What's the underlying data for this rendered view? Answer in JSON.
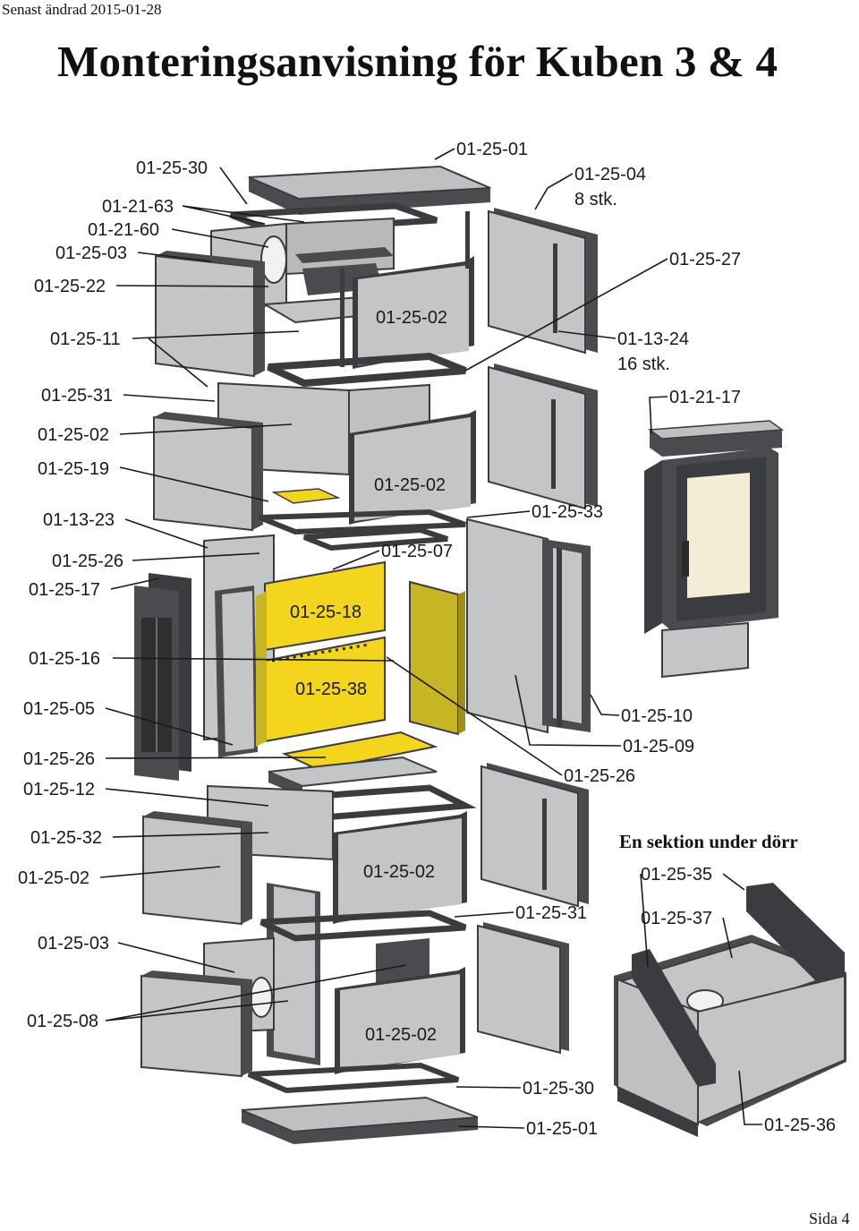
{
  "header": {
    "modified": "Senast ändrad 2015-01-28",
    "title": "Monteringsanvisning för Kuben 3 & 4",
    "page": "Sida 4"
  },
  "section_caption": "En sektion under dörr",
  "labels": {
    "l1": "01-25-30",
    "l2": "01-21-63",
    "l3": "01-21-60",
    "l4": "01-25-03",
    "l5": "01-25-22",
    "l6": "01-25-11",
    "l7": "01-25-31",
    "l8": "01-25-02",
    "l9": "01-25-19",
    "l10": "01-13-23",
    "l11": "01-25-26",
    "l12": "01-25-17",
    "l13": "01-25-16",
    "l14": "01-25-05",
    "l15": "01-25-26",
    "l16": "01-25-12",
    "l17": "01-25-32",
    "l18": "01-25-02",
    "l19": "01-25-03",
    "l20": "01-25-08",
    "r1": "01-25-01",
    "r2": "01-25-04",
    "r2b": "8 stk.",
    "r3": "01-25-27",
    "r4": "01-13-24",
    "r4b": "16 stk.",
    "r5": "01-21-17",
    "r6": "01-25-33",
    "r7": "01-25-07",
    "r8": "01-25-10",
    "r9": "01-25-09",
    "r10": "01-25-26",
    "r11": "01-25-31",
    "r12": "01-25-30",
    "r13": "01-25-01",
    "r14": "01-25-35",
    "r15": "01-25-37",
    "r16": "01-25-36"
  },
  "panel_labels": {
    "p1": "01-25-02",
    "p2": "01-25-02",
    "p3": "01-25-18",
    "p4": "01-25-38",
    "p5": "01-25-02",
    "p6": "01-25-02"
  },
  "colors": {
    "stone": "#c4c5c7",
    "stone_dark": "#4a4b4e",
    "frame": "#3b3c3f",
    "yellow": "#f2d51c",
    "olive": "#c8b524",
    "glass": "#f4ecd4"
  }
}
